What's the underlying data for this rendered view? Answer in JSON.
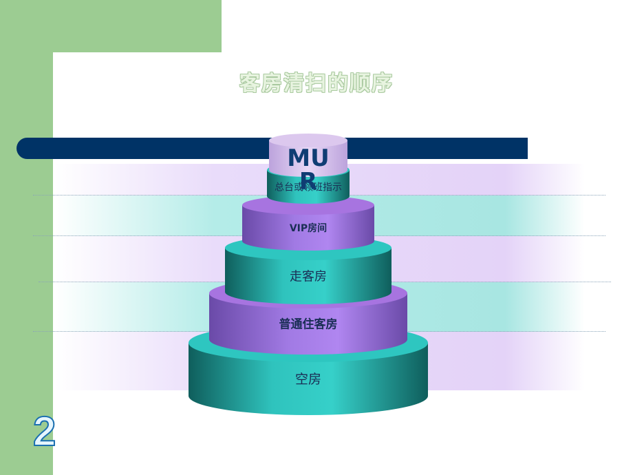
{
  "title": "客房清扫的顺序",
  "page_number": "2",
  "tiers": [
    {
      "label": "MU\nR",
      "style": "top"
    },
    {
      "label": "总台或领班指示",
      "style": "teal"
    },
    {
      "label": "VIP房间",
      "style": "purple"
    },
    {
      "label": "走客房",
      "style": "teal"
    },
    {
      "label": "普通住客房",
      "style": "purple"
    },
    {
      "label": "空房",
      "style": "teal"
    }
  ],
  "colors": {
    "green": "#9ccc92",
    "navy": "#003366",
    "teal": "#2ec6c0",
    "purple": "#a774e0",
    "top": "#dcc8ee",
    "label": "#1a2e55"
  }
}
